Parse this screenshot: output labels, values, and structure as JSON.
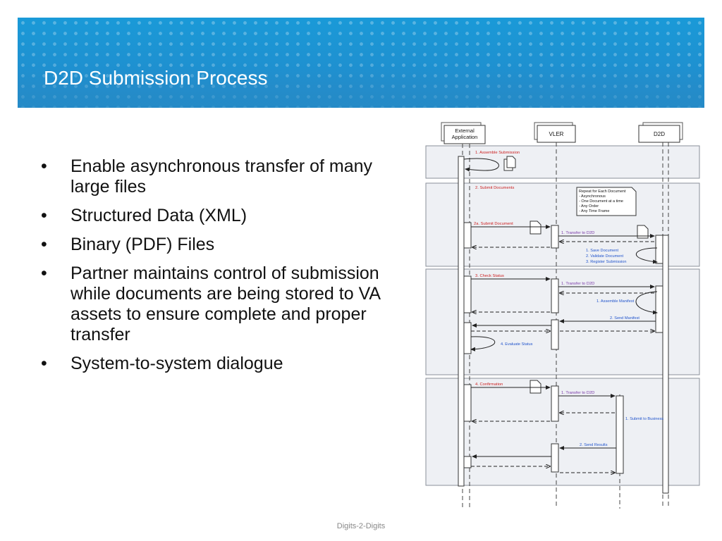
{
  "slide": {
    "title": "D2D Submission Process",
    "bullets": [
      "Enable asynchronous transfer of many large files",
      "Structured Data (XML)",
      "Binary (PDF) Files",
      "Partner maintains control of submission while documents are being stored to VA assets to ensure complete and proper transfer",
      "System-to-system dialogue"
    ],
    "bullet_glyph": "•",
    "footer": "Digits-2-Digits",
    "colors": {
      "banner": "#1f8fcf",
      "title": "#ffffff",
      "red_label": "#cc2222",
      "blue_label": "#2255cc"
    }
  },
  "diagram": {
    "participants": {
      "external_line1": "External",
      "external_line2": "Application",
      "vler": "VLER",
      "d2d": "D2D"
    },
    "note": [
      "Repeat for Each Document",
      "- Asynchronous",
      "- One Document at a time",
      "- Any Order",
      "- Any Time Frame"
    ],
    "labels": {
      "assemble_submission": "1. Assemble Submission",
      "submit_documents": "2. Submit Documents",
      "submit_document_2a": "2a. Submit Document",
      "transfer_to_d2d_1": "1. Transfer to D2D",
      "save_steps": [
        "1. Save Document",
        "2. Validate Document",
        "3. Register Submission"
      ],
      "check_status": "3. Check Status",
      "transfer_to_d2d_2": "1. Transfer to D2D",
      "assemble_manifest": "1. Assemble Manifest",
      "send_manifest": "2. Send Manifest",
      "evaluate_status": "4. Evaluate Status",
      "confirmation": "4. Confirmation",
      "transfer_to_d2d_3": "1. Transfer to D2D",
      "submit_to_business": "1. Submit to Business",
      "send_results": "2. Send Results"
    }
  }
}
